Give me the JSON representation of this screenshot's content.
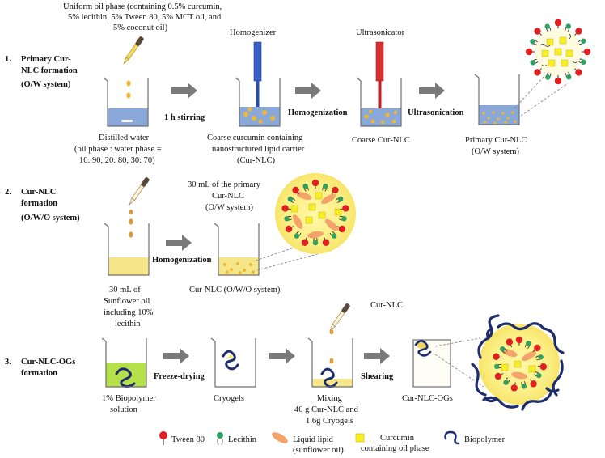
{
  "sections": [
    {
      "num": "1.",
      "title_lines": [
        "Primary Cur-",
        "NLC formation",
        "(O/W system)"
      ]
    },
    {
      "num": "2.",
      "title_lines": [
        "Cur-NLC",
        "formation",
        "(O/W/O system)"
      ]
    },
    {
      "num": "3.",
      "title_lines": [
        "Cur-NLC-OGs",
        "formation"
      ]
    }
  ],
  "row1": {
    "oil_phase_note": [
      "Uniform oil phase (containing  0.5% curcumin,",
      "5% lecithin,  5% Tween  80, 5% MCT oil, and",
      "5% coconut oil)"
    ],
    "homogenizer_label": "Homogenizer",
    "ultrasonicator_label": "Ultrasonicator",
    "step_labels": [
      "1 h stirring",
      "Homogenization",
      "Ultrasonication"
    ],
    "captions": [
      [
        "Distilled water",
        "(oil phase : water phase =",
        "10: 90, 20: 80, 30: 70)"
      ],
      [
        "Coarse curcumin containing",
        "nanostructured lipid carrier",
        "(Cur-NLC)"
      ],
      [
        "Coarse Cur-NLC"
      ],
      [
        "Primary Cur-NLC",
        "(O/W system)"
      ]
    ]
  },
  "row2": {
    "added_note": [
      "30 mL of the primary",
      "Cur-NLC",
      "(O/W system)"
    ],
    "step_label": "Homogenization",
    "captions": [
      [
        "30 mL of",
        "Sunflower oil",
        "including 10%",
        "lecithin"
      ],
      [
        "Cur-NLC (O/W/O system)"
      ]
    ]
  },
  "row3": {
    "dropper_label": "Cur-NLC",
    "step_labels": [
      "Freeze-drying",
      "Shearing"
    ],
    "captions": [
      [
        "1% Biopolymer",
        "solution"
      ],
      [
        "Cryogels"
      ],
      [
        "Mixing",
        "40 g Cur-NLC and",
        "1.6g Cryogels"
      ],
      [
        "Cur-NLC-OGs"
      ]
    ]
  },
  "legend": [
    {
      "label": [
        "Tween 80"
      ],
      "icon": "tween80-icon"
    },
    {
      "label": [
        "Lecithin"
      ],
      "icon": "lecithin-icon"
    },
    {
      "label": [
        "Liquid lipid",
        "(sunflower oil)"
      ],
      "icon": "liquid-lipid-icon"
    },
    {
      "label": [
        "Curcumin",
        "containing  oil phase"
      ],
      "icon": "curcumin-oil-icon"
    },
    {
      "label": [
        "Biopolymer"
      ],
      "icon": "biopolymer-icon"
    }
  ],
  "colors": {
    "water": "#8aa8d8",
    "oil_yellow": "#f5e68a",
    "droplet": "#f2b732",
    "tween_red": "#e02020",
    "lecithin_green": "#2fa060",
    "biopolymer_navy": "#1e2d6e",
    "homogenizer_blue": "#3a5fc8",
    "ultrasonicator_red": "#d63030",
    "curcumin_yellow": "#f6ee2a",
    "liquid_lipid_orange": "#f4a46a"
  }
}
